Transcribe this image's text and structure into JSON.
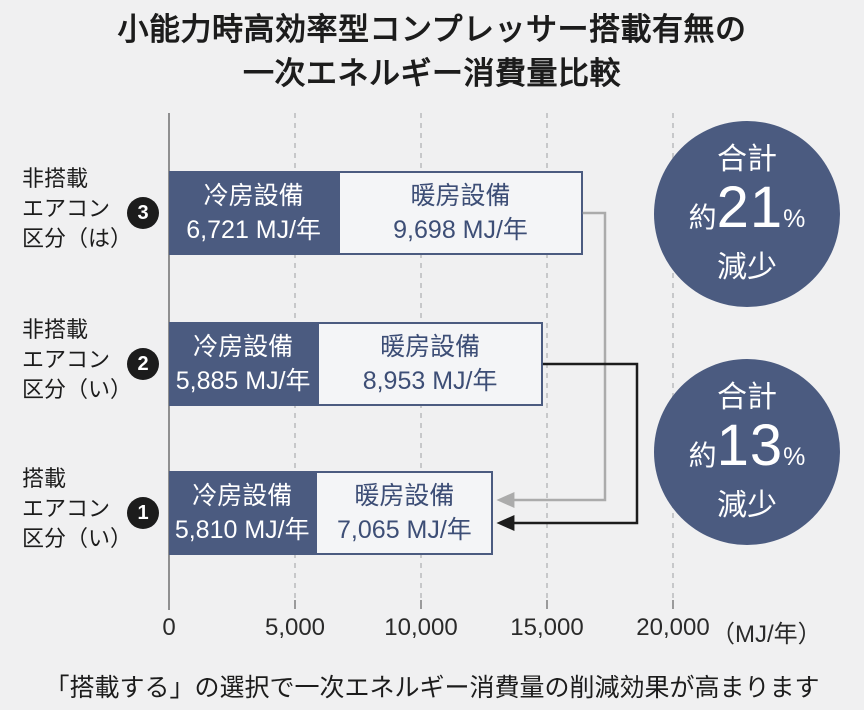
{
  "title": {
    "line1": "小能力時高効率型コンプレッサー搭載有無の",
    "line2": "一次エネルギー消費量比較"
  },
  "caption": {
    "text": "「搭載する」の選択で一次エネルギー消費量の削減効果が高まります"
  },
  "colors": {
    "background": "#f0f0f1",
    "cooling_fill": "#4b5b80",
    "heating_fill": "#f4f5f7",
    "heating_text": "#3d4e76",
    "bar_border": "#4b5b80",
    "badge_bg": "#1c1c1c",
    "circle_fill": "#4b5b80",
    "arrow_gray": "#ababab",
    "arrow_black": "#1c1c1c",
    "grid_line": "#c7c8ca",
    "axis_line": "#8f8f90",
    "text": "#1c1c1c"
  },
  "chart_data": {
    "type": "bar",
    "orientation": "horizontal",
    "stacked": true,
    "grid": "dashed-vertical",
    "unit": "MJ/年",
    "xlim": [
      0,
      20000
    ],
    "x_ticks": [
      0,
      5000,
      10000,
      15000,
      20000
    ],
    "x_tick_labels": [
      "0",
      "5,000",
      "10,000",
      "15,000",
      "20,000"
    ],
    "axis_unit_label": "（MJ/年）",
    "series_names": [
      "冷房設備",
      "暖房設備"
    ],
    "rows": [
      {
        "label_lines": [
          "非搭載",
          "エアコン",
          "区分（は）"
        ],
        "badge": "3",
        "cooling_value": 6721,
        "heating_value": 9698,
        "cooling_name": "冷房設備",
        "cooling_value_label": "6,721 MJ/年",
        "heating_name": "暖房設備",
        "heating_value_label": "9,698 MJ/年"
      },
      {
        "label_lines": [
          "非搭載",
          "エアコン",
          "区分（い）"
        ],
        "badge": "2",
        "cooling_value": 5885,
        "heating_value": 8953,
        "cooling_name": "冷房設備",
        "cooling_value_label": "5,885 MJ/年",
        "heating_name": "暖房設備",
        "heating_value_label": "8,953 MJ/年"
      },
      {
        "label_lines": [
          "搭載",
          "エアコン",
          "区分（い）"
        ],
        "badge": "1",
        "cooling_value": 5810,
        "heating_value": 7065,
        "cooling_name": "冷房設備",
        "cooling_value_label": "5,810 MJ/年",
        "heating_name": "暖房設備",
        "heating_value_label": "7,065 MJ/年"
      }
    ],
    "annotations": [
      {
        "line1": "合計",
        "approx": "約",
        "value": "21",
        "percent": "%",
        "line3": "減少",
        "compares": "row1-to-row3"
      },
      {
        "line1": "合計",
        "approx": "約",
        "value": "13",
        "percent": "%",
        "line3": "減少",
        "compares": "row2-to-row3"
      }
    ]
  }
}
